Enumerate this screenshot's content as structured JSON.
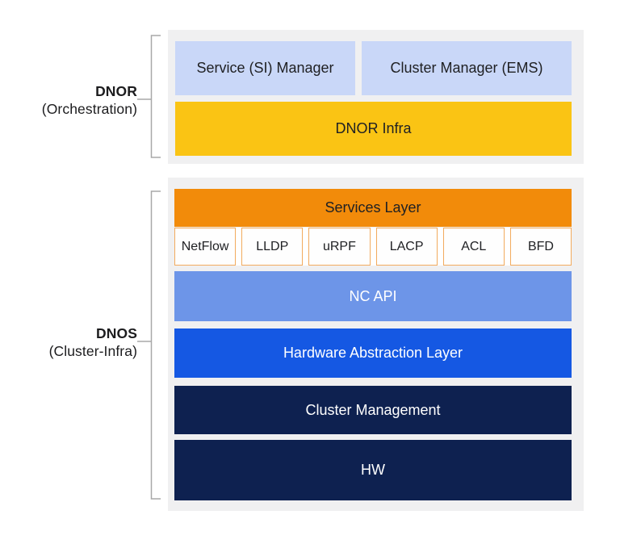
{
  "diagram": {
    "dnor": {
      "label": {
        "title": "DNOR",
        "subtitle": "(Orchestration)"
      },
      "boxes": {
        "service_manager": "Service (SI) Manager",
        "cluster_manager": "Cluster Manager (EMS)",
        "infra": "DNOR Infra"
      }
    },
    "dnos": {
      "label": {
        "title": "DNOS",
        "subtitle": "(Cluster-Infra)"
      },
      "layers": {
        "services": "Services Layer",
        "nc_api": "NC API",
        "hal": "Hardware Abstraction Layer",
        "cluster_management": "Cluster Management",
        "hw": "HW"
      },
      "service_modules": [
        "NetFlow",
        "LLDP",
        "uRPF",
        "LACP",
        "ACL",
        "BFD"
      ]
    },
    "colors": {
      "panel_background": "#f0f0f1",
      "light_blue_box": "#c9d7f8",
      "yellow_box": "#fac414",
      "orange_box": "#f28b0a",
      "module_border": "#f2ab5e",
      "module_background": "#fefefe",
      "nc_api_blue": "#6d95e8",
      "hal_blue": "#1558e3",
      "navy_box": "#0e2150",
      "bracket": "#a8a8a8",
      "text_dark": "#202124",
      "text_light": "#ffffff"
    }
  }
}
